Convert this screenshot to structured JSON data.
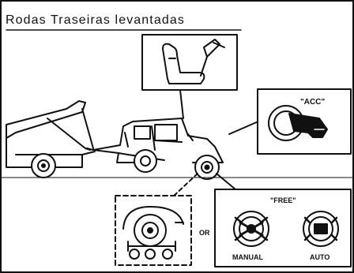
{
  "title": "Rodas Traseiras levantadas",
  "callouts": {
    "acc_label": "\"ACC\"",
    "free_label": "\"FREE\"",
    "or_label": "OR",
    "manual_label": "MANUAL",
    "auto_label": "AUTO"
  },
  "icons": [
    "seat-icon",
    "ignition-key-icon",
    "tow-truck-icon",
    "jeep-icon",
    "wheel-dolly-icon",
    "manual-hub-icon",
    "auto-hub-icon"
  ],
  "colors": {
    "line": "#111111",
    "background": "#ffffff"
  }
}
